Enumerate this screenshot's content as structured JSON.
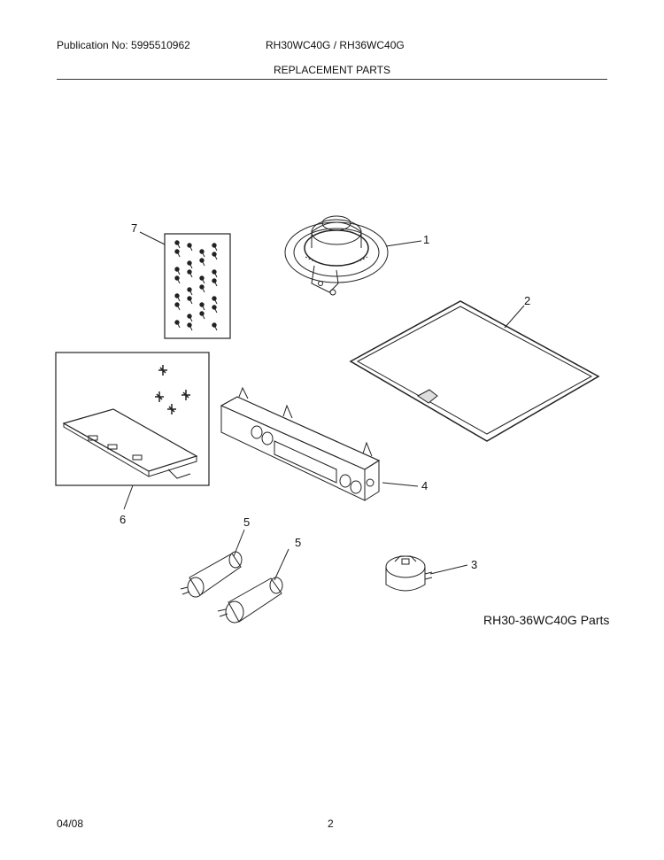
{
  "header": {
    "publication": "Publication No: 5995510962",
    "models": "RH30WC40G / RH36WC40G",
    "section_title": "REPLACEMENT PARTS"
  },
  "callouts": {
    "c1": "1",
    "c2": "2",
    "c3": "3",
    "c4": "4",
    "c5a": "5",
    "c5b": "5",
    "c6": "6",
    "c7": "7"
  },
  "caption": "RH30-36WC40G Parts",
  "footer": {
    "date": "04/08",
    "page": "2"
  },
  "colors": {
    "line": "#222222",
    "background": "#ffffff"
  }
}
